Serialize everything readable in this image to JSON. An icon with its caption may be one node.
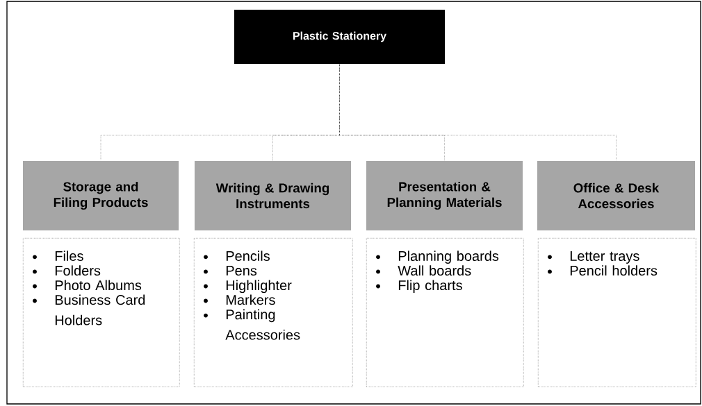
{
  "diagram": {
    "nodes": [
      {
        "text": [
          "Plastic Stationery"
        ]
      },
      {
        "text": [
          "Storage and Filing Products"
        ]
      },
      {
        "text": [
          "Writing & Drawing Instruments"
        ]
      },
      {
        "text": [
          "Presentation & Planning Materials"
        ]
      },
      {
        "text": [
          "Office & Desk Accessories"
        ]
      },
      {
        "text": [
          "Files",
          "Folders",
          "Photo Albums",
          "Business Card Holders"
        ]
      },
      {
        "text": [
          "Pencils",
          "Pens",
          "Highlighter",
          "Markers",
          "Painting Accessories"
        ]
      },
      {
        "text": [
          "Planning boards",
          "Wall boards",
          "Flip charts"
        ]
      },
      {
        "text": [
          "Letter trays",
          "Pencil holders"
        ]
      }
    ],
    "edges": [
      {
        "from": 0,
        "to": 1,
        "arrow": "none",
        "style": "dashed"
      },
      {
        "from": 0,
        "to": 2,
        "arrow": "none",
        "style": "dashed"
      },
      {
        "from": 0,
        "to": 3,
        "arrow": "none",
        "style": "dashed"
      },
      {
        "from": 0,
        "to": 4,
        "arrow": "none",
        "style": "dashed"
      }
    ]
  }
}
